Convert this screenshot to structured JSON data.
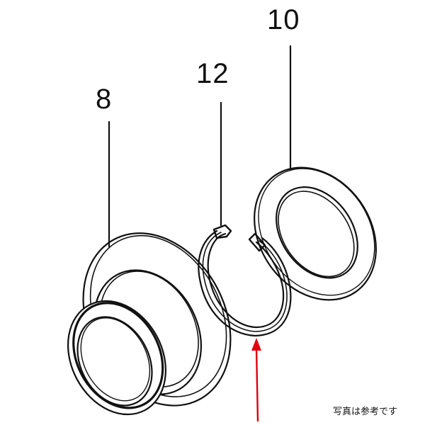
{
  "diagram": {
    "type": "exploded-parts-view",
    "parts": [
      {
        "id": "part-8",
        "label": "8",
        "shape": "flanged-collar"
      },
      {
        "id": "part-12",
        "label": "12",
        "shape": "snap-ring"
      },
      {
        "id": "part-10",
        "label": "10",
        "shape": "flat-washer"
      }
    ],
    "indicator": {
      "type": "arrow",
      "color": "#e0000f",
      "points_to": "part-12"
    },
    "note": "写真は参考です",
    "colors": {
      "line": "#111111",
      "background": "#ffffff",
      "arrow": "#e0000f"
    }
  }
}
